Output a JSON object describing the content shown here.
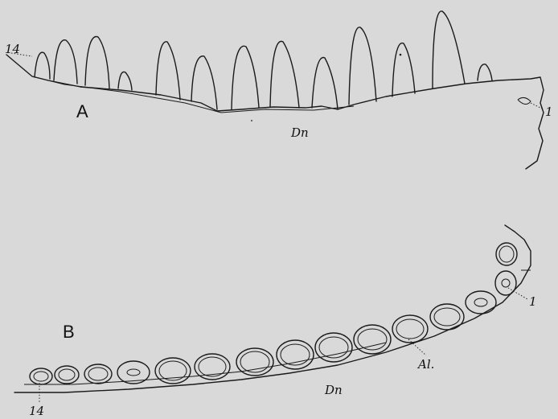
{
  "panel_a": {
    "letter": "A",
    "label_tooth_last": "14",
    "label_tooth_first": "1",
    "label_dentary": "Dn"
  },
  "panel_b": {
    "letter": "B",
    "label_tooth_first": "1",
    "label_tooth_last": "14",
    "label_alveolus": "Al.",
    "label_dentary": "Dn"
  }
}
